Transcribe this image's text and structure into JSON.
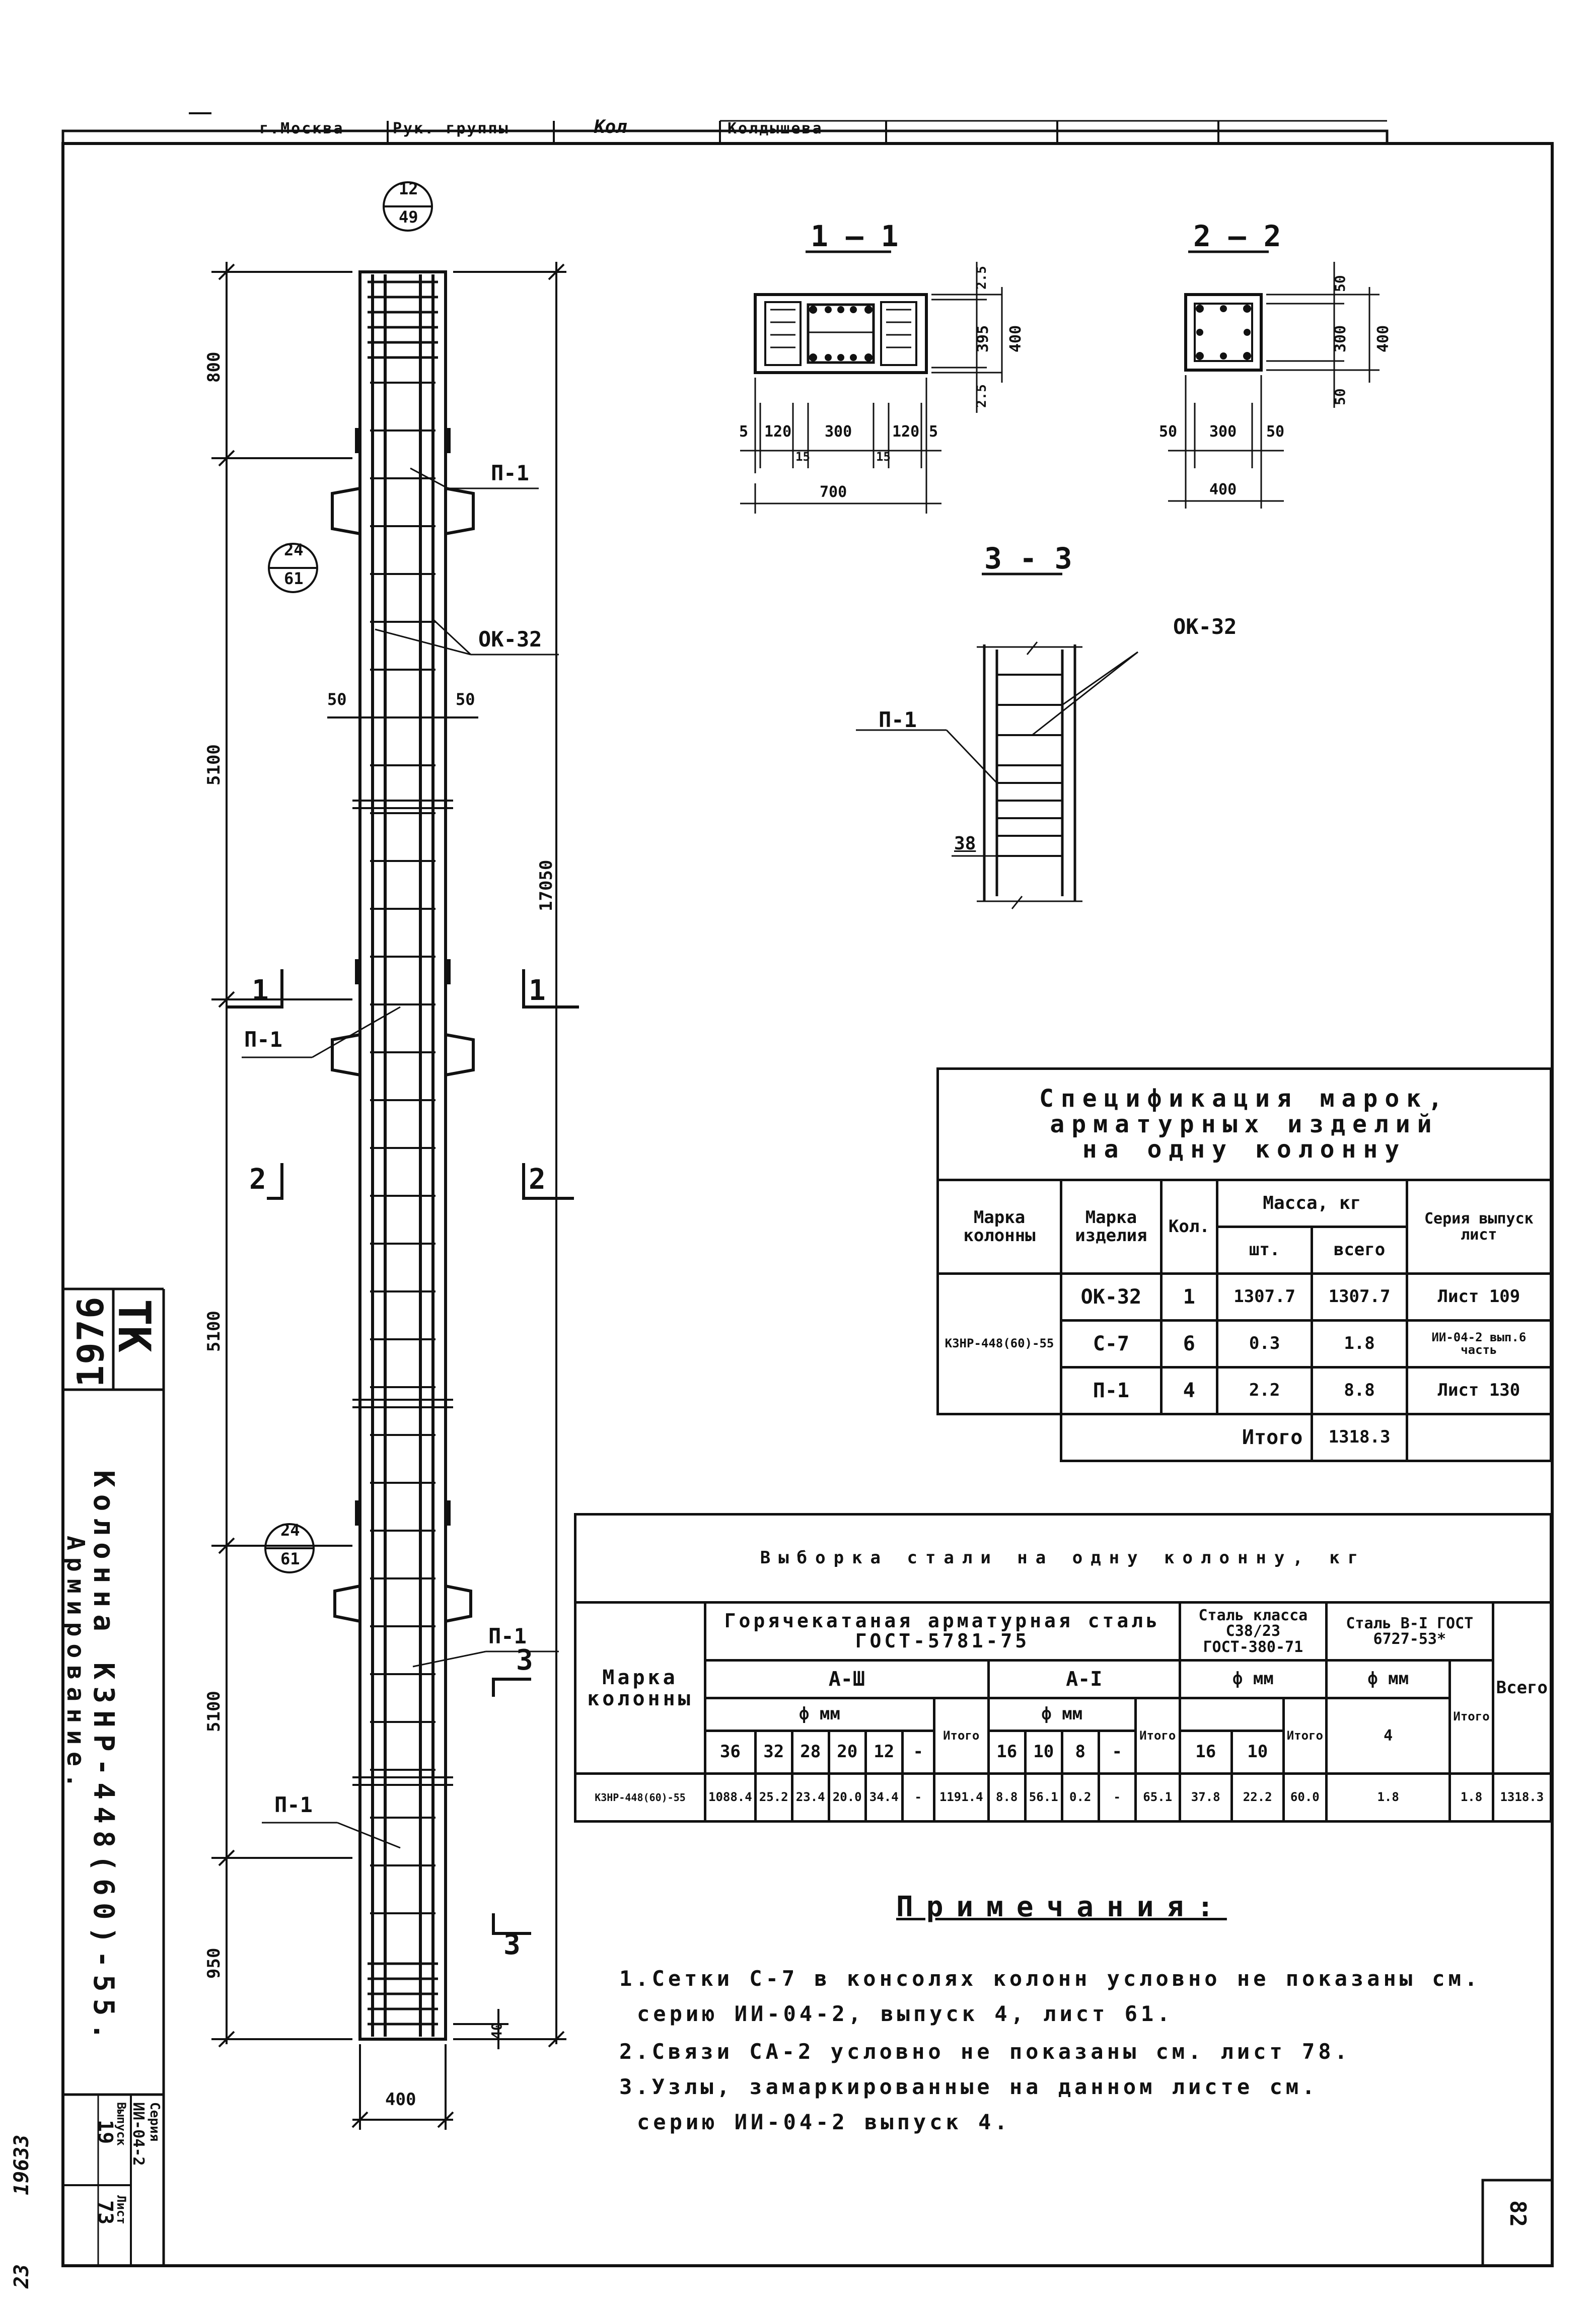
{
  "stamp": {
    "city": "г.Москва",
    "role": "Рук. группы",
    "signature": "Кол",
    "name": "Колдышева"
  },
  "title_block": {
    "org": "ТК",
    "year": "1976",
    "title_line1": "Колонна КЗНР-448(60)-55.",
    "title_line2": "Армирование.",
    "series_label": "Серия",
    "series_value": "ИИ-04-2",
    "issue_label": "Выпуск",
    "issue_value": "19",
    "sheet_label": "Лист",
    "sheet_value": "73",
    "sheet_no": "82",
    "margin_num1": "19633",
    "margin_num2": "23"
  },
  "column_drawing": {
    "top_bubble": {
      "top": "12",
      "bottom": "49"
    },
    "bubble1": {
      "top": "24",
      "bottom": "61"
    },
    "bubble2": {
      "top": "24",
      "bottom": "61"
    },
    "dims": {
      "d800": "800",
      "d5100a": "5100",
      "d5100b": "5100",
      "d5100c": "5100",
      "d950": "950",
      "d17050": "17050",
      "d400": "400",
      "d40": "40",
      "d50l": "50",
      "d50r": "50"
    },
    "labels": {
      "p1_a": "П-1",
      "p1_b": "П-1",
      "p1_c": "П-1",
      "p1_d": "П-1",
      "ok32": "ОК-32",
      "cut1_l": "1",
      "cut1_r": "1",
      "cut2_l": "2",
      "cut2_r": "2",
      "cut3_t": "3",
      "cut3_b": "3"
    }
  },
  "section_1_1": {
    "title": "1 — 1",
    "dims": [
      "5",
      "120",
      "300",
      "120",
      "5"
    ],
    "d15a": "15",
    "d15b": "15",
    "total": "700",
    "v25a": "2.5",
    "v395": "395",
    "v25b": "2.5",
    "v400": "400"
  },
  "section_2_2": {
    "title": "2 — 2",
    "dims": [
      "50",
      "300",
      "50"
    ],
    "total": "400",
    "v50a": "50",
    "v300": "300",
    "v50b": "50",
    "v400": "400"
  },
  "section_3_3": {
    "title": "3 - 3",
    "ok32": "ОК-32",
    "p1": "П-1",
    "d38": "38"
  },
  "spec_table": {
    "title_line1": "Спецификация марок,",
    "title_line2": "арматурных изделий",
    "title_line3": "на одну колонну",
    "h_mark_col_1": "Марка",
    "h_mark_col_2": "колонны",
    "h_mark_item_1": "Марка",
    "h_mark_item_2": "изделия",
    "h_qty": "Кол.",
    "h_mass": "Масса, кг",
    "h_mass_unit": "шт.",
    "h_mass_total": "всего",
    "h_series": "Серия выпуск лист",
    "column_mark": "КЗНР-448(60)-55",
    "rows": [
      {
        "item": "ОК-32",
        "qty": "1",
        "unit": "1307.7",
        "total": "1307.7",
        "series": "Лист 109"
      },
      {
        "item": "С-7",
        "qty": "6",
        "unit": "0.3",
        "total": "1.8",
        "series": "ИИ-04-2 вып.6 часть"
      },
      {
        "item": "П-1",
        "qty": "4",
        "unit": "2.2",
        "total": "8.8",
        "series": "Лист 130"
      }
    ],
    "total_label": "Итого",
    "total_value": "1318.3"
  },
  "steel_table": {
    "title": "Выборка стали на одну колонну, кг",
    "h_mark_1": "Марка",
    "h_mark_2": "колонны",
    "h_hot_rolled": "Горячекатаная арматурная сталь ГОСТ-5781-75",
    "h_a3": "А-Ш",
    "h_a1": "А-I",
    "h_class": "Сталь класса С38/23 ГОСТ-380-71",
    "h_b1": "Сталь В-I ГОСТ 6727-53*",
    "h_phi_mm": "ф мм",
    "h_total": "Итого",
    "h_all": "Всего",
    "d_a3": [
      "36",
      "32",
      "28",
      "20",
      "12",
      "-"
    ],
    "d_a1": [
      "16",
      "10",
      "8",
      "-"
    ],
    "d_class": [
      "16",
      "10"
    ],
    "d_b1": [
      "4"
    ],
    "row_mark": "КЗНР-448(60)-55",
    "v_a3": [
      "1088.4",
      "25.2",
      "23.4",
      "20.0",
      "34.4",
      "-"
    ],
    "v_a3_total": "1191.4",
    "v_a1": [
      "8.8",
      "56.1",
      "0.2",
      "-"
    ],
    "v_a1_total": "65.1",
    "v_class": [
      "37.8",
      "22.2"
    ],
    "v_class_total": "60.0",
    "v_b1": [
      "1.8"
    ],
    "v_b1_total": "1.8",
    "v_all": "1318.3"
  },
  "notes": {
    "title": "Примечания:",
    "n1a": "1.Сетки С-7 в консолях колонн условно не показаны см.",
    "n1b": "серию ИИ-04-2, выпуск 4, лист 61.",
    "n2": "2.Связи СА-2 условно не показаны см. лист 78.",
    "n3a": "3.Узлы, замаркированные на данном листе см.",
    "n3b": "серию ИИ-04-2 выпуск 4."
  }
}
